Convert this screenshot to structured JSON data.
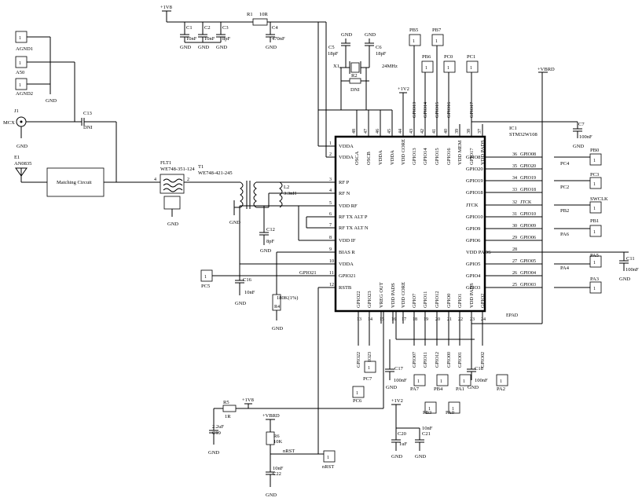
{
  "power": {
    "v18": "+1V8",
    "v12": "+1V2",
    "vbrd": "+VBRD",
    "gnd": "GND"
  },
  "caps": {
    "c1": {
      "ref": "C1",
      "val": "10nF"
    },
    "c2": {
      "ref": "C2",
      "val": "10nF"
    },
    "c3": {
      "ref": "C3",
      "val": "8pF"
    },
    "c4": {
      "ref": "C4",
      "val": "470nF"
    },
    "c5": {
      "ref": "C5",
      "val": "18pF"
    },
    "c6": {
      "ref": "C6",
      "val": "18pF"
    },
    "c7": {
      "ref": "C7",
      "val": "100nF"
    },
    "c11": {
      "ref": "C11",
      "val": "100nF"
    },
    "c12": {
      "ref": "C12",
      "val": "8pF"
    },
    "c13": {
      "ref": "C13",
      "val": "DNI"
    },
    "c16": {
      "ref": "C16",
      "val": "10nF"
    },
    "c17": {
      "ref": "C17",
      "val": "100nF"
    },
    "c18": {
      "ref": "C18",
      "val": "100nF"
    },
    "c19": {
      "ref": "C19",
      "val": "2.2uF"
    },
    "c20": {
      "ref": "C20",
      "val": "1uF"
    },
    "c21": {
      "ref": "C21",
      "val": "10nF"
    },
    "c22": {
      "ref": "C22",
      "val": "10nF"
    }
  },
  "res": {
    "r1": {
      "ref": "R1",
      "val": "10R"
    },
    "r2": {
      "ref": "R2",
      "val": "DNI"
    },
    "r4": {
      "ref": "R4",
      "val": "180K(1%)"
    },
    "r5": {
      "ref": "R5",
      "val": "1R"
    },
    "r6": {
      "ref": "R6",
      "val": "10K"
    }
  },
  "parts": {
    "x1": "X1",
    "xtal": "24MHz",
    "j1": "J1",
    "mcx": "MCX",
    "e1": "E1",
    "antenna": "AN0835",
    "matching": "Matching Circuit",
    "flt1": "FLT1",
    "flt1_pn": "WE748-351-124",
    "t1": "T1",
    "t1_pn": "WE748-421-245",
    "l2": "L2",
    "l2_val": "3.3nH",
    "ic1": "IC1",
    "ic1_pn": "STM32W108",
    "nrst_net": "nRST"
  },
  "connectors": {
    "agnd1": "AGND1",
    "a50": "A50",
    "agnd2": "AGND2",
    "pc5": "PC5",
    "nrst": "nRST",
    "pb5": "PB5",
    "pb7": "PB7",
    "pb6": "PB6",
    "pc0": "PC0",
    "pc1": "PC1",
    "pb0": "PB0",
    "pc4": "PC4",
    "pc3": "PC3",
    "pc2": "PC2",
    "swclk": "SWCLK",
    "pb2": "PB2",
    "pb1": "PB1",
    "pa6": "PA6",
    "pa5": "PA5",
    "pa4": "PA4",
    "pa3": "PA3",
    "pc6": "PC6",
    "pc7": "PC7",
    "pa7": "PA7",
    "pb3": "PB3",
    "pb4": "PB4",
    "pa0": "PA0",
    "pa1": "PA1",
    "pa2": "PA2",
    "one": "1"
  },
  "pins_left": [
    {
      "n": "1",
      "name": "VDDA"
    },
    {
      "n": "2",
      "name": "VDDA"
    },
    {
      "n": "3",
      "name": "RF P"
    },
    {
      "n": "4",
      "name": "RF N"
    },
    {
      "n": "5",
      "name": "VDD RF"
    },
    {
      "n": "6",
      "name": "RF TX ALT P"
    },
    {
      "n": "7",
      "name": "RF TX ALT N"
    },
    {
      "n": "8",
      "name": "VDD IF"
    },
    {
      "n": "9",
      "name": "BIAS R"
    },
    {
      "n": "10",
      "name": "VDDA"
    },
    {
      "n": "11",
      "name": "GPIO21"
    },
    {
      "n": "12",
      "name": "RSTB"
    }
  ],
  "pins_right": [
    {
      "n": "36",
      "name": "GPIO8",
      "net": "GPIO08"
    },
    {
      "n": "35",
      "name": "GPIO20",
      "net": "GPIO20"
    },
    {
      "n": "34",
      "name": "GPIO19",
      "net": "GPIO19"
    },
    {
      "n": "33",
      "name": "GPIO18",
      "net": "GPIO18"
    },
    {
      "n": "32",
      "name": "JTCK",
      "net": "JTCK"
    },
    {
      "n": "31",
      "name": "GPIO10",
      "net": "GPIO10"
    },
    {
      "n": "30",
      "name": "GPIO9",
      "net": "GPIO09"
    },
    {
      "n": "29",
      "name": "GPIO6",
      "net": "GPIO06"
    },
    {
      "n": "28",
      "name": "VDD PADS",
      "net": ""
    },
    {
      "n": "27",
      "name": "GPIO5",
      "net": "GPIO05"
    },
    {
      "n": "26",
      "name": "GPIO4",
      "net": "GPIO04"
    },
    {
      "n": "25",
      "name": "GPIO3",
      "net": "GPIO03"
    }
  ],
  "pins_top": [
    {
      "n": "48",
      "name": "OSCA"
    },
    {
      "n": "47",
      "name": "OSCB"
    },
    {
      "n": "46",
      "name": "VDDA"
    },
    {
      "n": "45",
      "name": "VDDA"
    },
    {
      "n": "44",
      "name": "VDD CORE"
    },
    {
      "n": "43",
      "name": "GPIO13",
      "net": "GPIO13"
    },
    {
      "n": "42",
      "name": "GPIO14",
      "net": "GPIO14"
    },
    {
      "n": "41",
      "name": "GPIO15",
      "net": "GPIO15"
    },
    {
      "n": "40",
      "name": "GPIO16",
      "net": "GPIO16"
    },
    {
      "n": "39",
      "name": "VDD MEM"
    },
    {
      "n": "38",
      "name": "GPIO17",
      "net": "GPIO17"
    },
    {
      "n": "37",
      "name": "VDD PADS"
    }
  ],
  "pins_bottom": [
    {
      "n": "13",
      "name": "GPIO22",
      "net": "GPIO22"
    },
    {
      "n": "14",
      "name": "GPIO23",
      "net": "GPIO23"
    },
    {
      "n": "15",
      "name": "VREG OUT"
    },
    {
      "n": "16",
      "name": "VDD PADS"
    },
    {
      "n": "17",
      "name": "VDD CORE"
    },
    {
      "n": "18",
      "name": "GPIO7",
      "net": "GPIO07"
    },
    {
      "n": "19",
      "name": "GPIO11",
      "net": "GPIO11"
    },
    {
      "n": "20",
      "name": "GPIO12",
      "net": "GPIO12"
    },
    {
      "n": "21",
      "name": "GPIO0",
      "net": "GPIO00"
    },
    {
      "n": "22",
      "name": "GPIO1",
      "net": "GPIO01"
    },
    {
      "n": "23",
      "name": "VDD PADS"
    },
    {
      "n": "24",
      "name": "GPIO2",
      "net": "GPIO02"
    }
  ],
  "gpio21_net": "GPIO21",
  "epad": "EPAD"
}
